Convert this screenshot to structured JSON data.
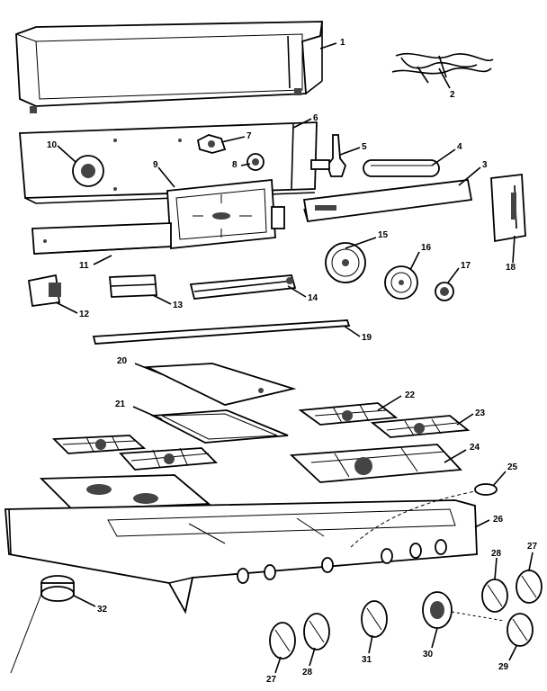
{
  "diagram": {
    "type": "exploded-parts-view",
    "callouts": [
      {
        "id": "c1",
        "label": "1"
      },
      {
        "id": "c2",
        "label": "2"
      },
      {
        "id": "c3",
        "label": "3"
      },
      {
        "id": "c4",
        "label": "4"
      },
      {
        "id": "c5",
        "label": "5"
      },
      {
        "id": "c6",
        "label": "6"
      },
      {
        "id": "c7",
        "label": "7"
      },
      {
        "id": "c8",
        "label": "8"
      },
      {
        "id": "c9",
        "label": "9"
      },
      {
        "id": "c10",
        "label": "10"
      },
      {
        "id": "c11",
        "label": "11"
      },
      {
        "id": "c12",
        "label": "12"
      },
      {
        "id": "c13",
        "label": "13"
      },
      {
        "id": "c14",
        "label": "14"
      },
      {
        "id": "c15",
        "label": "15"
      },
      {
        "id": "c16",
        "label": "16"
      },
      {
        "id": "c17",
        "label": "17"
      },
      {
        "id": "c18",
        "label": "18"
      },
      {
        "id": "c19",
        "label": "19"
      },
      {
        "id": "c20",
        "label": "20"
      },
      {
        "id": "c21",
        "label": "21"
      },
      {
        "id": "c22",
        "label": "22"
      },
      {
        "id": "c23",
        "label": "23"
      },
      {
        "id": "c24",
        "label": "24"
      },
      {
        "id": "c25",
        "label": "25"
      },
      {
        "id": "c26",
        "label": "26"
      },
      {
        "id": "c27a",
        "label": "27"
      },
      {
        "id": "c27b",
        "label": "27"
      },
      {
        "id": "c28a",
        "label": "28"
      },
      {
        "id": "c28b",
        "label": "28"
      },
      {
        "id": "c29",
        "label": "29"
      },
      {
        "id": "c30",
        "label": "30"
      },
      {
        "id": "c31",
        "label": "31"
      },
      {
        "id": "c32",
        "label": "32"
      }
    ]
  }
}
